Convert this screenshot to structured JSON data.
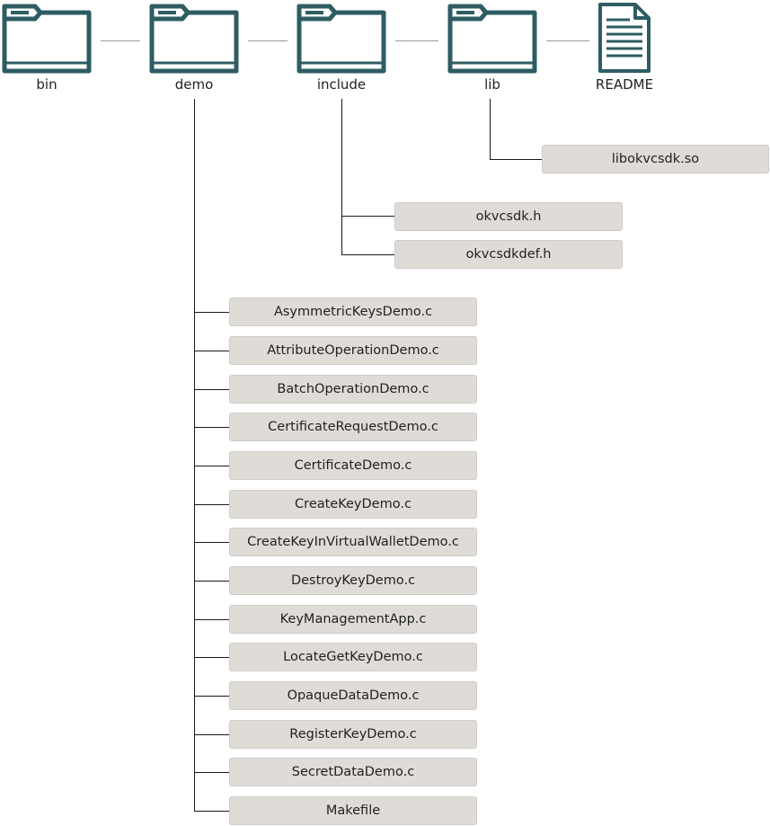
{
  "colors": {
    "icon": "#2d5d63",
    "file_box_fill": "#dfdcd8",
    "file_box_border": "#cfcbc6",
    "connector_top": "#9a9a9a",
    "connector_tree": "#1a1a1a"
  },
  "top_items": [
    {
      "label": "bin",
      "icon": "folder-icon"
    },
    {
      "label": "demo",
      "icon": "folder-icon"
    },
    {
      "label": "include",
      "icon": "folder-icon"
    },
    {
      "label": "lib",
      "icon": "folder-icon"
    },
    {
      "label": "README",
      "icon": "document-icon"
    }
  ],
  "lib_files": [
    "libokvcsdk.so"
  ],
  "include_files": [
    "okvcsdk.h",
    "okvcsdkdef.h"
  ],
  "demo_files": [
    "AsymmetricKeysDemo.c",
    "AttributeOperationDemo.c",
    "BatchOperationDemo.c",
    "CertificateRequestDemo.c",
    "CertificateDemo.c",
    "CreateKeyDemo.c",
    "CreateKeyInVirtualWalletDemo.c",
    "DestroyKeyDemo.c",
    "KeyManagementApp.c",
    "LocateGetKeyDemo.c",
    "OpaqueDataDemo.c",
    "RegisterKeyDemo.c",
    "SecretDataDemo.c",
    "Makefile"
  ]
}
